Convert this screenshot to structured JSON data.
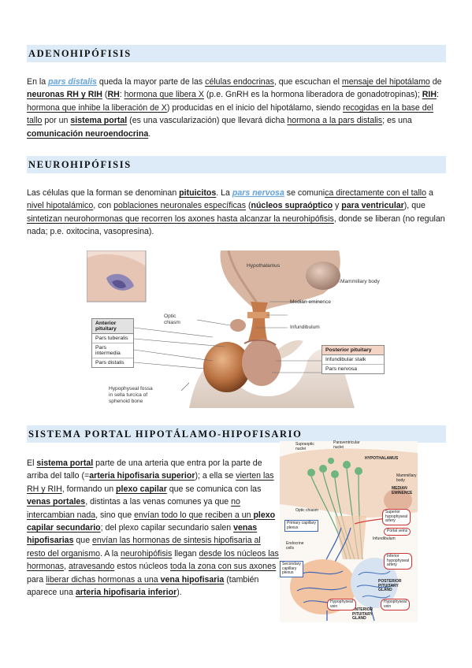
{
  "section1": {
    "heading": "ADENOHIPÓFISIS",
    "text": [
      {
        "t": "En la "
      },
      {
        "t": "pars distalis",
        "s": "hl"
      },
      {
        "t": " queda la mayor parte de las "
      },
      {
        "t": "células endocrinas",
        "s": "u"
      },
      {
        "t": ", que escuchan el "
      },
      {
        "t": "mensaje del hipotálamo",
        "s": "u"
      },
      {
        "t": " de "
      },
      {
        "t": "neuronas RH y RIH",
        "s": "bu"
      },
      {
        "t": " ("
      },
      {
        "t": "RH",
        "s": "bu"
      },
      {
        "t": ": "
      },
      {
        "t": "hormona que libera X",
        "s": "u"
      },
      {
        "t": " (p.e. GnRH es la hormona liberadora de gonadotropinas); "
      },
      {
        "t": "RIH",
        "s": "bu"
      },
      {
        "t": ": "
      },
      {
        "t": "hormona que inhibe la liberación de X",
        "s": "u"
      },
      {
        "t": ") producidas en el inicio del hipotálamo, siendo "
      },
      {
        "t": "recogidas en la base del tallo",
        "s": "u"
      },
      {
        "t": " por un "
      },
      {
        "t": "sistema portal",
        "s": "bu"
      },
      {
        "t": " (es una vascularización) que llevará dicha "
      },
      {
        "t": "hormona a la pars distalis",
        "s": "u"
      },
      {
        "t": "; es una "
      },
      {
        "t": "comunicación neuroendocrina",
        "s": "bu"
      },
      {
        "t": "."
      }
    ]
  },
  "section2": {
    "heading": "NEUROHIPÓFISIS",
    "text": [
      {
        "t": "Las células que la forman se denominan "
      },
      {
        "t": "pituicitos",
        "s": "bu"
      },
      {
        "t": ". La "
      },
      {
        "t": "pars nervosa",
        "s": "hl"
      },
      {
        "t": " se comuni"
      },
      {
        "t": "ca directamente con el tallo",
        "s": "u"
      },
      {
        "t": " a "
      },
      {
        "t": "nivel hipotalámico",
        "s": "u"
      },
      {
        "t": ", con "
      },
      {
        "t": "poblaciones neuronales específicas",
        "s": "u"
      },
      {
        "t": " ("
      },
      {
        "t": "núcleos supraóptico",
        "s": "bu"
      },
      {
        "t": " y "
      },
      {
        "t": "para ventricular",
        "s": "bu"
      },
      {
        "t": "), que "
      },
      {
        "t": "sintetizan neurohormonas que recorren los axones hasta alcanzar la neurohipófisis",
        "s": "u"
      },
      {
        "t": ", donde se liberan (no regulan nada; p.e. oxitocina, vasopresina)."
      }
    ]
  },
  "figure1": {
    "labels": {
      "hypothalamus": "Hypothalamus",
      "mammillary": "Mammillary body",
      "median": "Median eminence",
      "optic": "Optic\nchiasm",
      "infundibulum": "Infundibulum",
      "fossa": "Hypophyseal fossa\nin sella turcica of\nsphenoid bone"
    },
    "anterior": {
      "title": "Anterior pituitary",
      "rows": [
        "Pars tuberalis",
        "Pars intermedia",
        "Pars distalis"
      ]
    },
    "posterior": {
      "title": "Posterior pituitary",
      "rows": [
        "Infundibular stalk",
        "Pars nervosa"
      ]
    }
  },
  "section3": {
    "heading": "SISTEMA PORTAL HIPOTÁLAMO-HIPOFISARIO",
    "text": [
      {
        "t": "El "
      },
      {
        "t": "sistema portal",
        "s": "bu"
      },
      {
        "t": " parte de una arteria que entra por la parte de arriba del tallo (="
      },
      {
        "t": "arteria hipofisaria superior",
        "s": "bu"
      },
      {
        "t": "); a ella se "
      },
      {
        "t": "vierten las RH y RIH",
        "s": "u"
      },
      {
        "t": ", formando un "
      },
      {
        "t": "plexo capilar",
        "s": "bu"
      },
      {
        "t": " que se comunica con las "
      },
      {
        "t": "venas portales",
        "s": "bu"
      },
      {
        "t": ", distintas a las venas comunes ya que "
      },
      {
        "t": "no intercambian nada",
        "s": "u"
      },
      {
        "t": ", sino que "
      },
      {
        "t": "envían todo lo que reciben a un ",
        "s": "u"
      },
      {
        "t": "plexo capilar secundario",
        "s": "bu"
      },
      {
        "t": "; del plexo capilar secundario salen "
      },
      {
        "t": "venas hipofisarias",
        "s": "bu"
      },
      {
        "t": " que "
      },
      {
        "t": "envían las hormonas de sintesis hipofisaria al resto del organismo",
        "s": "u"
      },
      {
        "t": ". A la "
      },
      {
        "t": "neurohipófisis",
        "s": "u"
      },
      {
        "t": " llegan "
      },
      {
        "t": "desde los núcleos las hormonas",
        "s": "u"
      },
      {
        "t": ", "
      },
      {
        "t": "atravesando",
        "s": "u"
      },
      {
        "t": " estos núcleos "
      },
      {
        "t": "toda la zona con sus axones",
        "s": "u"
      },
      {
        "t": " para "
      },
      {
        "t": "liberar dichas hormonas a una ",
        "s": "u"
      },
      {
        "t": "vena hipofisaria",
        "s": "bu"
      },
      {
        "t": " (también aparece una "
      },
      {
        "t": "arteria hipofisaria inferior",
        "s": "bu"
      },
      {
        "t": ")."
      }
    ]
  },
  "figure2": {
    "labels": {
      "supraoptic": "Supraoptic\nnuclei",
      "paraventricular": "Paraventricular\nnuclei",
      "hypothalamus": "HYPOTHALAMUS",
      "mammillary": "Mammillary\nbody",
      "median": "MEDIAN\nEMINENCE",
      "optic": "Optic chiasm",
      "primary": "Primary capillary\nplexus",
      "infundibulum": "Infundibulum",
      "endocrine": "Endocrine\ncells",
      "secondary": "Secondary\ncapillary\nplexus",
      "posterior": "POSTERIOR\nPITUITARY\nGLAND",
      "anterior": "ANTERIOR\nPITUITARY\nGLAND",
      "superior": "Superior\nhypophyseal\nartery",
      "portal": "Portal veins",
      "inferior": "Inferior\nhypophyseal\nartery",
      "hvein1": "Hypophyseal\nvein",
      "hvein2": "Hypophyseal\nvein"
    }
  },
  "colors": {
    "heading_bg": "#dcebf7",
    "highlight": "#6fa8d8"
  }
}
